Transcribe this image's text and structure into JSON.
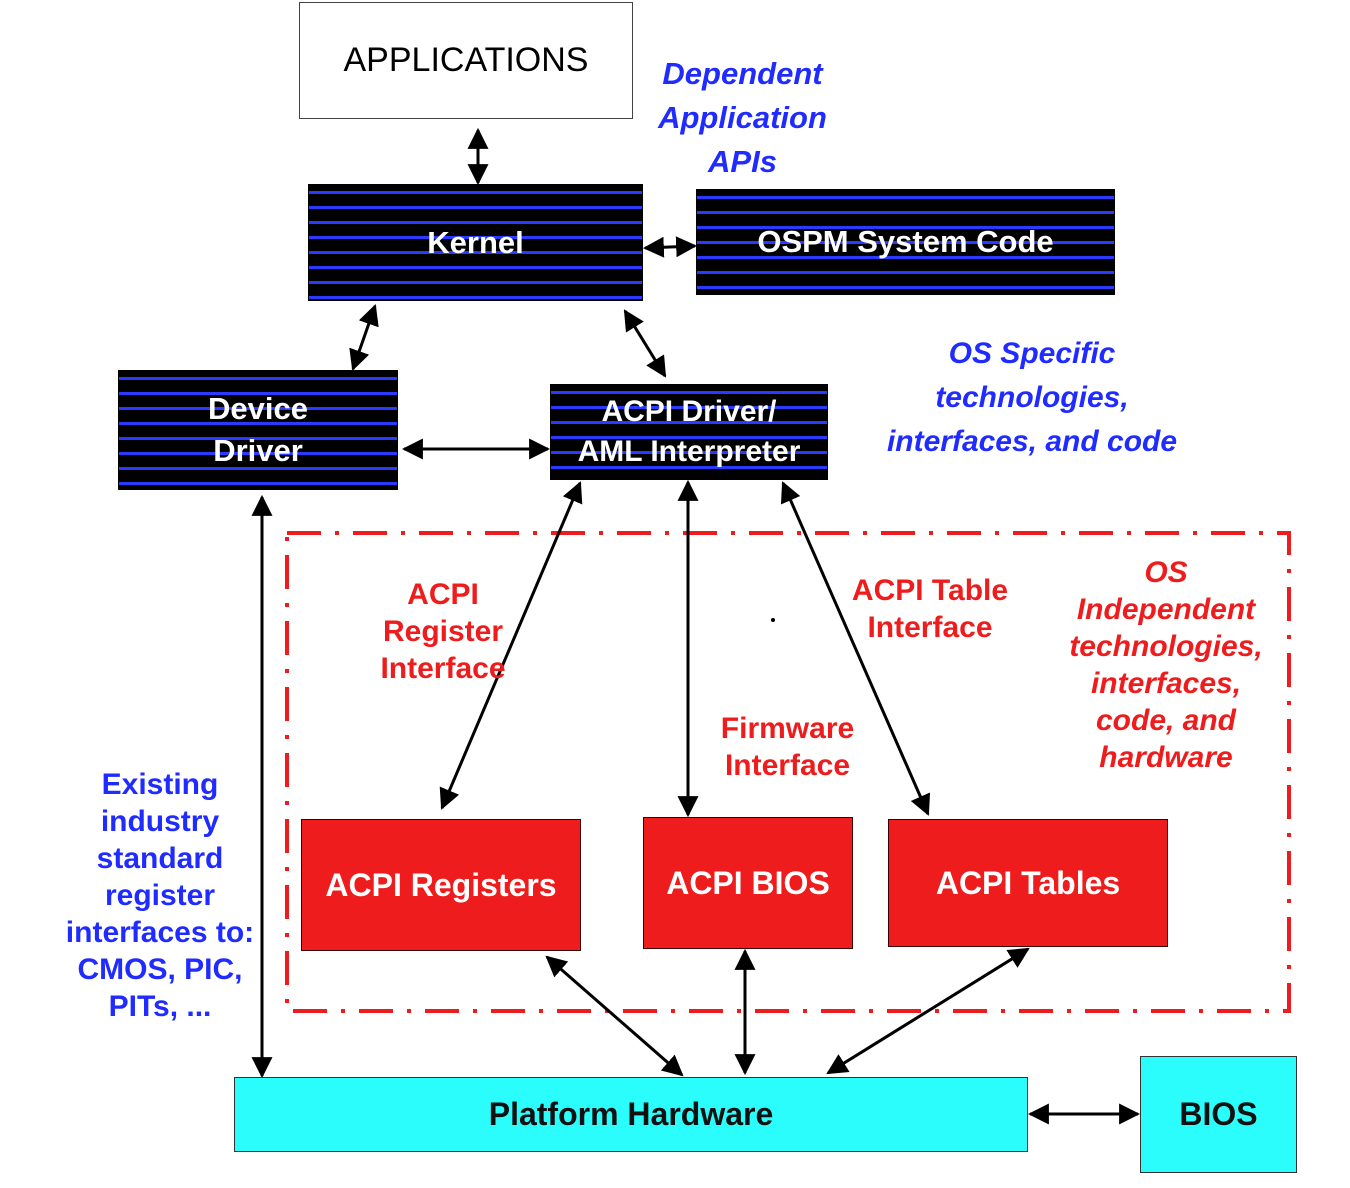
{
  "applications": {
    "label": "APPLICATIONS"
  },
  "dependent_apis": {
    "lines": [
      "Dependent",
      "Application",
      "APIs"
    ]
  },
  "kernel": {
    "label": "Kernel"
  },
  "ospm": {
    "label": "OSPM System Code"
  },
  "device_driver": {
    "lines": [
      "Device",
      "Driver"
    ]
  },
  "acpi_driver": {
    "lines": [
      "ACPI Driver/",
      "AML Interpreter"
    ]
  },
  "os_specific": {
    "lines": [
      "OS Specific",
      "technologies,",
      "interfaces, and code"
    ]
  },
  "acpi_register_interface": {
    "lines": [
      "ACPI",
      "Register",
      "Interface"
    ]
  },
  "acpi_table_interface": {
    "lines": [
      "ACPI Table",
      "Interface"
    ]
  },
  "firmware_interface": {
    "lines": [
      "Firmware",
      "Interface"
    ]
  },
  "os_independent": {
    "lines": [
      "OS",
      "Independent",
      "technologies,",
      "interfaces,",
      "code, and",
      "hardware"
    ]
  },
  "existing_industry": {
    "lines": [
      "Existing",
      "industry",
      "standard",
      "register",
      "interfaces to:",
      "CMOS, PIC,",
      "PITs, ..."
    ]
  },
  "acpi_registers": {
    "label": "ACPI Registers"
  },
  "acpi_bios": {
    "label": "ACPI BIOS"
  },
  "acpi_tables": {
    "label": "ACPI Tables"
  },
  "platform_hardware": {
    "label": "Platform Hardware"
  },
  "bios": {
    "label": "BIOS"
  },
  "colors": {
    "blue_text": "#1f2bff",
    "red": "#ee1c1c",
    "stripe_blue": "#2a3bff",
    "cyan": "#2bfdfd"
  }
}
